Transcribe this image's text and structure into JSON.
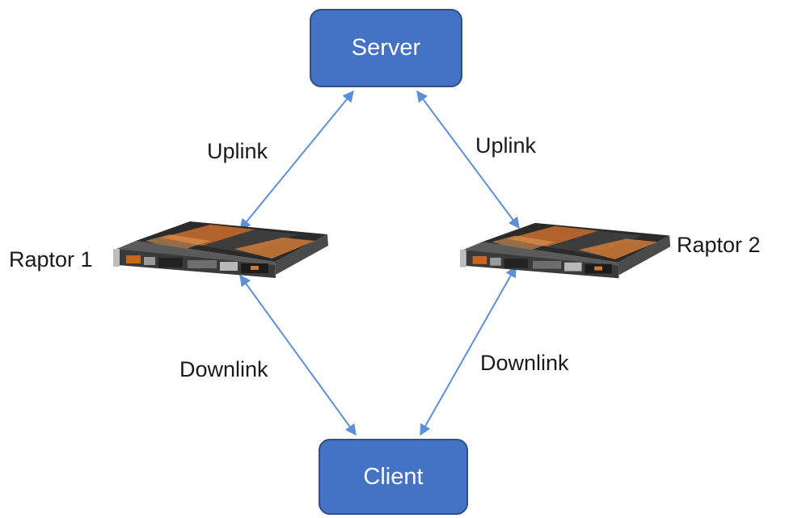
{
  "nodes": {
    "server": "Server",
    "client": "Client",
    "raptor1": "Raptor 1",
    "raptor2": "Raptor 2"
  },
  "links": {
    "uplink_left": "Uplink",
    "uplink_right": "Uplink",
    "downlink_left": "Downlink",
    "downlink_right": "Downlink"
  },
  "colors": {
    "node_fill": "#4472c4",
    "arrow": "#5b8fd6"
  },
  "icons": {
    "raptor": "rack-server-icon"
  }
}
